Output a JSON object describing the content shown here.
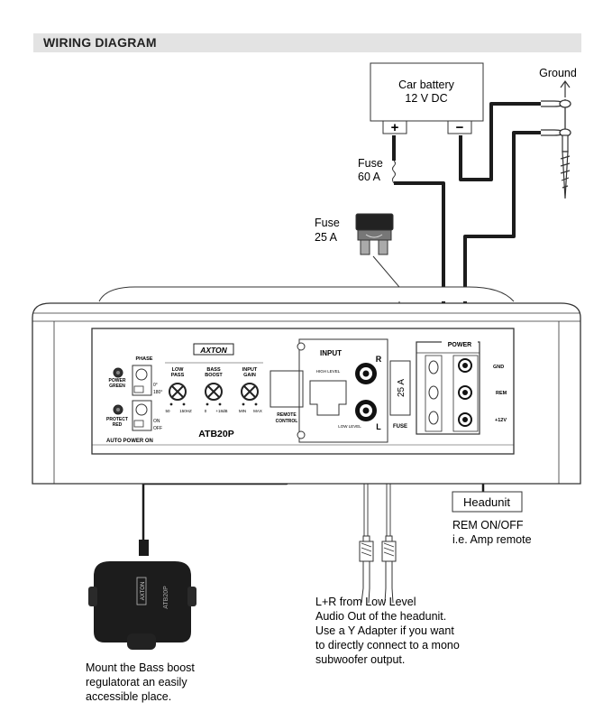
{
  "header": {
    "title": "WIRING DIAGRAM"
  },
  "battery": {
    "label_line1": "Car battery",
    "label_line2": "12 V DC",
    "plus": "+",
    "minus": "−"
  },
  "ground": {
    "label": "Ground"
  },
  "fuse_main": {
    "label_line1": "Fuse",
    "label_line2": "60 A"
  },
  "fuse_inline": {
    "label_line1": "Fuse",
    "label_line2": "25 A"
  },
  "amp": {
    "brand": "AXTON",
    "model": "ATB20P",
    "phase": {
      "label": "PHASE",
      "opt_a": "0°",
      "opt_b": "180°"
    },
    "power_led": {
      "line1": "POWER",
      "line2": "GREEN"
    },
    "protect_led": {
      "line1": "PROTECT",
      "line2": "RED"
    },
    "auto_power": {
      "on": "ON",
      "off": "OFF",
      "caption": "AUTO POWER ON"
    },
    "low_pass": {
      "line1": "LOW",
      "line2": "PASS",
      "min": "50",
      "max": "150HZ"
    },
    "bass_boost": {
      "line1": "BASS",
      "line2": "BOOST",
      "min": "0",
      "max": "+18dB"
    },
    "input_gain": {
      "line1": "INPUT",
      "line2": "GAIN",
      "min": "MIN",
      "max": "MAX"
    },
    "remote_control": {
      "line1": "REMOTE",
      "line2": "CONTROL"
    },
    "input": {
      "title": "INPUT",
      "high_level": "HIGH LEVEL",
      "low_level": "LOW LEVEL",
      "r": "R",
      "l": "L"
    },
    "fuse": {
      "value": "25 A",
      "caption": "FUSE"
    },
    "power": {
      "title": "POWER",
      "gnd": "GND",
      "rem": "REM",
      "plus12": "+12V"
    }
  },
  "headunit": {
    "label": "Headunit",
    "note_line1": "REM ON/OFF",
    "note_line2": "i.e. Amp remote"
  },
  "remote": {
    "brand": "AXTON",
    "model": "ATB20P"
  },
  "notes": {
    "remote_line1": "Mount the Bass boost",
    "remote_line2": "regulatorat an easily",
    "remote_line3": "accessible place.",
    "rca_line1": "L+R from Low Level",
    "rca_line2": "Audio Out of the headunit.",
    "rca_line3": "Use a Y Adapter if you want",
    "rca_line4": "to directly connect to a mono",
    "rca_line5": "subwoofer output."
  },
  "colors": {
    "wire": "#1c1c1c",
    "panel_fill": "#ffffff",
    "body_stroke": "#333333",
    "header_bg": "#e3e3e3"
  }
}
